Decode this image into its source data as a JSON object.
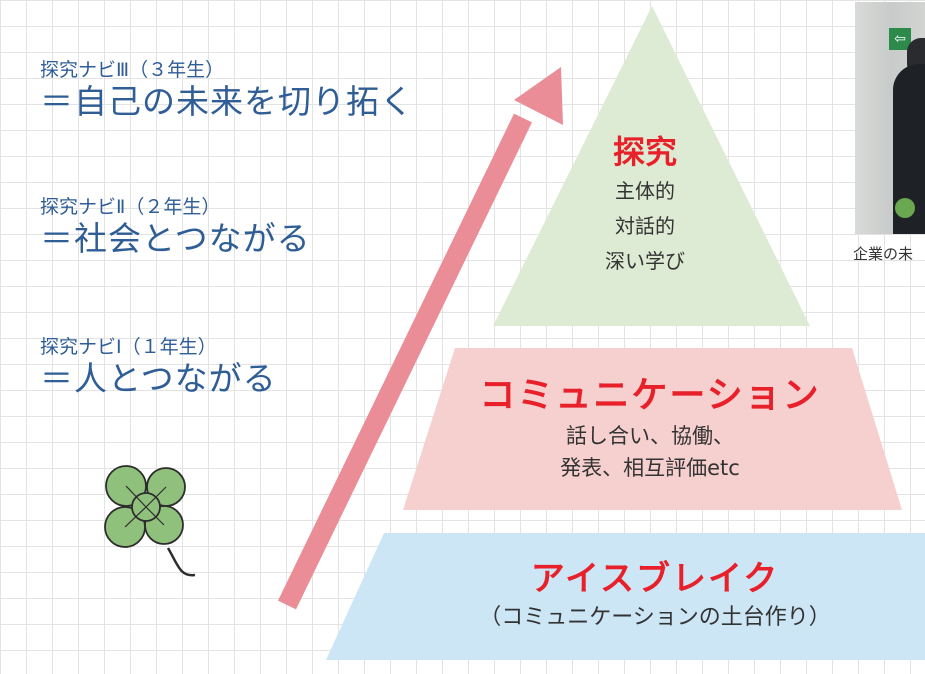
{
  "levels": [
    {
      "name": "探究ナビⅢ（３年生）",
      "goal": "＝自己の未来を切り拓く"
    },
    {
      "name": "探究ナビⅡ（２年生）",
      "goal": "＝社会とつながる"
    },
    {
      "name": "探究ナビⅠ（１年生）",
      "goal": "＝人とつながる"
    }
  ],
  "pyramid": {
    "top": {
      "title": "探究",
      "lines": [
        "主体的",
        "対話的",
        "深い学び"
      ],
      "color": "#deebd4"
    },
    "middle": {
      "title": "コミュニケーション",
      "lines": [
        "話し合い、協働、",
        "発表、相互評価etc"
      ],
      "color": "#f6cfcf"
    },
    "bottom": {
      "title": "アイスブレイク",
      "lines": [
        "（コミュニケーションの土台作り）"
      ],
      "color": "#cde6f5"
    }
  },
  "arrow_color": "#ea8d97",
  "title_color": "#e8202a",
  "photo": {
    "caption": "企業の未"
  },
  "icons": {
    "clover": "four-leaf-clover-icon",
    "exit": "exit-sign-icon"
  }
}
